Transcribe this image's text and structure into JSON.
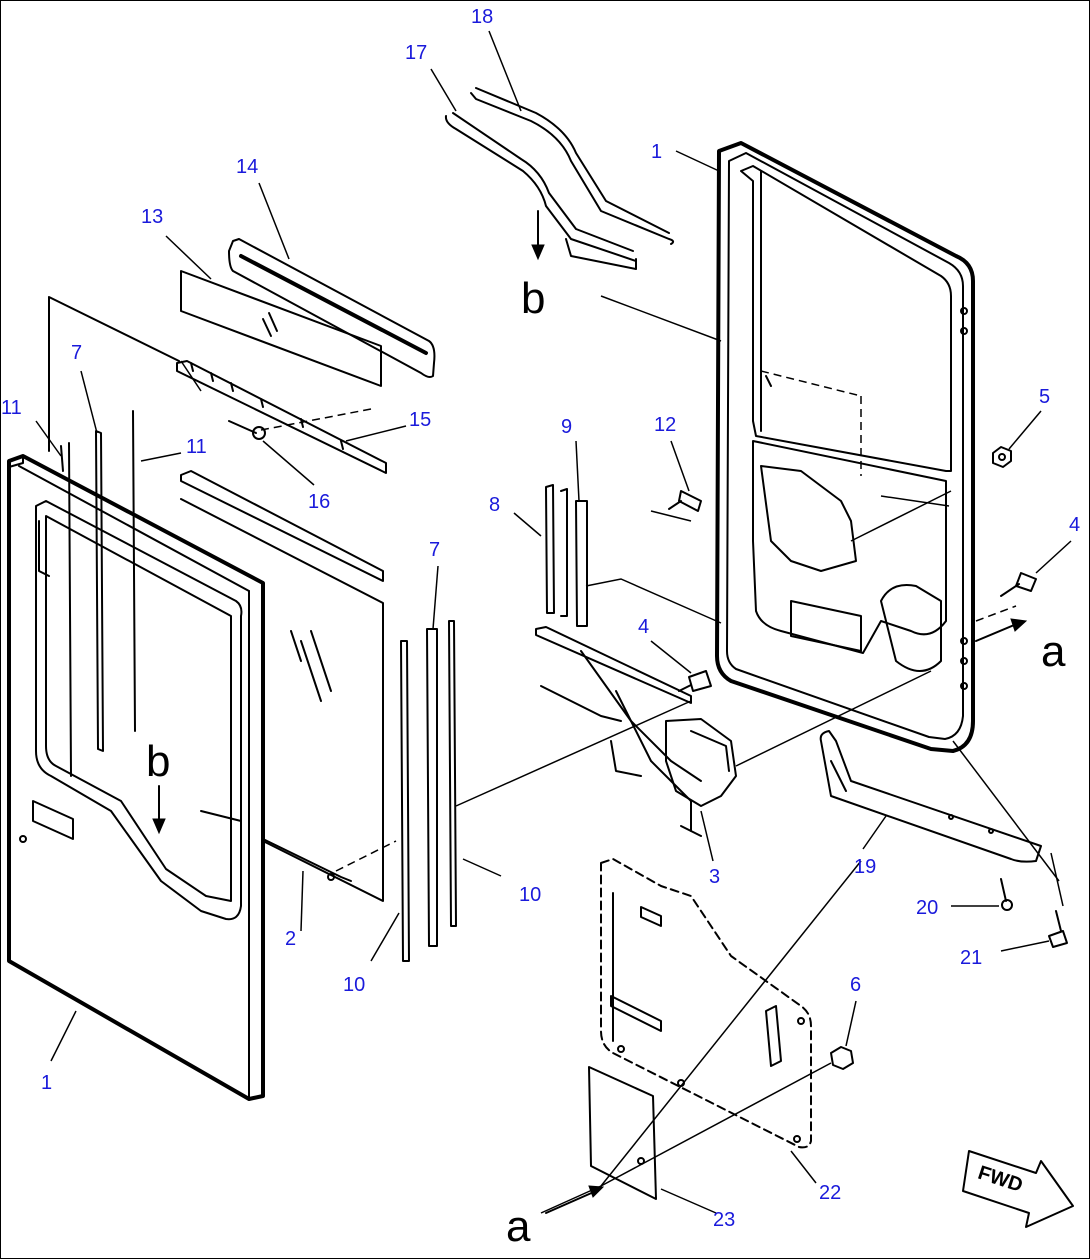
{
  "callouts": {
    "c1a": "1",
    "c1b": "1",
    "c2": "2",
    "c3": "3",
    "c4a": "4",
    "c4b": "4",
    "c5": "5",
    "c6": "6",
    "c7a": "7",
    "c7b": "7",
    "c8": "8",
    "c9": "9",
    "c10a": "10",
    "c10b": "10",
    "c11a": "11",
    "c11b": "11",
    "c12": "12",
    "c13": "13",
    "c14": "14",
    "c15": "15",
    "c16": "16",
    "c17": "17",
    "c18": "18",
    "c19": "19",
    "c20": "20",
    "c21": "21",
    "c22": "22",
    "c23": "23"
  },
  "references": {
    "b_top": "b",
    "b_left": "b",
    "a_right": "a",
    "a_bottom": "a"
  },
  "direction": {
    "label": "FWD"
  }
}
